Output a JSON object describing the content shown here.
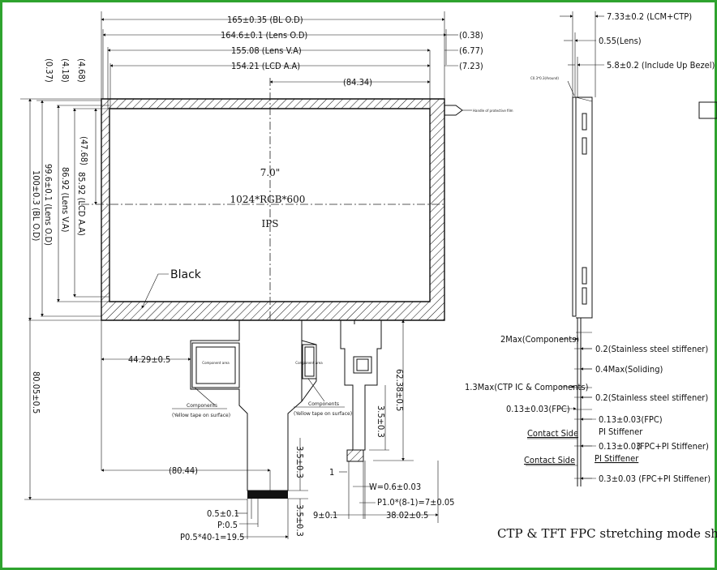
{
  "frame_color": "#2ea32e",
  "front_view": {
    "top_dims": {
      "bl_od": "165±0.35 (BL O.D)",
      "lens_od": "164.6±0.1 (Lens O.D)",
      "lens_va": "155.08 (Lens V.A)",
      "lcd_aa": "154.21 (LCD A.A)",
      "center_offset": "(84.34)",
      "off_038": "(0.38)",
      "off_677": "(6.77)",
      "off_723": "(7.23)"
    },
    "left_dims": {
      "v_468": "(4.68)",
      "v_418": "(4.18)",
      "v_037": "(0.37)",
      "v_4768": "(47.68)",
      "lcd_aa": "85.92 (LCD A.A)",
      "lens_va": "86.92 (Lens V.A)",
      "lens_od": "99.6±0.1 (Lens O.D)",
      "bl_od": "100±0.3 (BL O.D)",
      "v_8005": "80.05±0.5"
    },
    "panel": {
      "size": "7.0\"",
      "resolution": "1024*RGB*600",
      "type": "IPS",
      "black_label": "Black",
      "handle_label": "Handle of protective film"
    },
    "fpc_dims": {
      "d_4429": "44.29±0.5",
      "d_8044": "(80.44)",
      "d_6238": "62.38±0.5",
      "d_35a": "3.5±0.3",
      "d_35b": "3.5±0.3",
      "d_35c": "3.5±0.3",
      "d_1": "1",
      "d_w": "W=0.6±0.03",
      "d_p1": "P1.0*(8-1)=7±0.05",
      "d_9": "9±0.1",
      "d_3802": "38.02±0.5",
      "d_05": "0.5±0.1",
      "d_p05": "P:0.5",
      "d_p05x": "P0.5*40-1=19.5"
    },
    "components_label_1": "Components",
    "components_sub_1": "(Yellow tape on surface)",
    "components_label_2": "Components",
    "components_sub_2": "(Yellow tape on surface)",
    "chip_label_1": "Component area",
    "chip_label_2": "Component area"
  },
  "side_view": {
    "d_733": "7.33±0.2 (LCM+CTP)",
    "d_055": "0.55(Lens)",
    "d_58": "5.8±0.2 (Include Up Bezel)",
    "d_c03": "C0.3*0.3(Around)",
    "d_2max": "2Max(Components)",
    "d_02a": "0.2(Stainless steel stiffener)",
    "d_04max": "0.4Max(Soliding)",
    "d_13max": "1.3Max(CTP IC & Components)",
    "d_02b": "0.2(Stainless steel stiffener)",
    "d_013a": "0.13±0.03(FPC)",
    "d_013b": "0.13±0.03(FPC)",
    "contact_1": "Contact Side",
    "pi_1": "PI Stiffener",
    "d_013c": "0.13±0.03",
    "d_013c_note": "(FPC+PI Stiffener)",
    "pi_2": "PI Stiffener",
    "contact_2": "Contact Side",
    "d_03": "0.3±0.03 (FPC+PI Stiffener)"
  },
  "caption": "CTP & TFT FPC stretching mode shipment"
}
